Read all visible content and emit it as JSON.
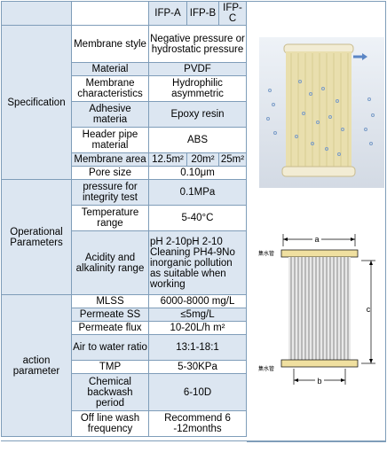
{
  "header": {
    "col_a": "IFP-A",
    "col_b": "IFP-B",
    "col_c": "IFP-C"
  },
  "specification": {
    "title": "Specification",
    "membrane_style": {
      "label": "Membrane style",
      "value": "Negative pressure or hydrostatic pressure"
    },
    "material": {
      "label": "Material",
      "value": "PVDF"
    },
    "characteristics": {
      "label": "Membrane characteristics",
      "value": "Hydrophilic asymmetric"
    },
    "adhesive": {
      "label": "Adhesive materia",
      "value": "Epoxy resin"
    },
    "header_pipe": {
      "label": "Header pipe material",
      "value": "ABS"
    },
    "membrane_area": {
      "label": "Membrane area",
      "a": "12.5m²",
      "b": "20m²",
      "c": "25m²"
    },
    "pore_size": {
      "label": "Pore size",
      "value": "0.10μm"
    }
  },
  "operational": {
    "title": "Operational Parameters",
    "pressure": {
      "label": "pressure for integrity test",
      "value": "0.1MPa"
    },
    "temperature": {
      "label": "Temperature range",
      "value": "5-40°C"
    },
    "acidity": {
      "label": "Acidity and alkalinity range",
      "value": "pH 2-10pH 2-10 Cleaning PH4-9No inorganic pollution as suitable when working"
    }
  },
  "action": {
    "title": "action parameter",
    "mlss": {
      "label": "MLSS",
      "value": "6000-8000 mg/L"
    },
    "permeate_ss": {
      "label": "Permeate SS",
      "value": "≤5mg/L"
    },
    "permeate_flux": {
      "label": "Permeate flux",
      "value": "10-20L/h m²"
    },
    "air_water": {
      "label": "Air to water ratio",
      "value": "13:1-18:1"
    },
    "tmp": {
      "label": "TMP",
      "value": "5-30KPa"
    },
    "backwash": {
      "label": "Chemical backwash period",
      "value": "6-10D"
    },
    "offline": {
      "label": "Off line wash frequency",
      "value": "Recommend 6 -12months"
    }
  },
  "drawing": {
    "label_a": "a",
    "label_b": "b",
    "label_c": "c",
    "header_top": "集水管",
    "header_bottom": "集水管"
  },
  "colors": {
    "table_blue": "#dce6f1",
    "border": "#7f9db9",
    "membrane": "#e9dfae"
  }
}
